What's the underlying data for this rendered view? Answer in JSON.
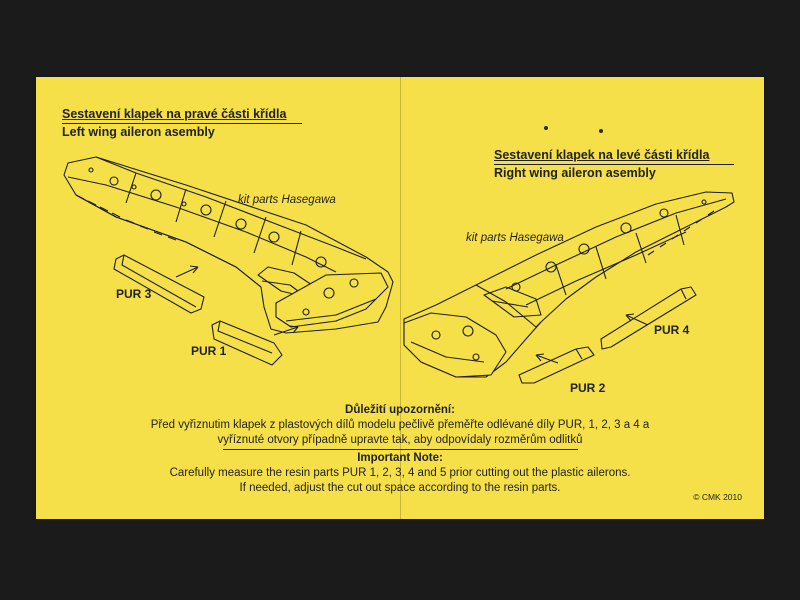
{
  "left_panel": {
    "title_cz": "Sestavení klapek na pravé části křídla",
    "title_en": "Left wing aileron asembly",
    "kit_label": "kit parts Hasegawa",
    "parts": [
      "PUR 3",
      "PUR 1"
    ]
  },
  "right_panel": {
    "title_cz": "Sestavení klapek na levé části křídla",
    "title_en": "Right wing aileron asembly",
    "kit_label": "kit parts Hasegawa",
    "parts": [
      "PUR 4",
      "PUR 2"
    ]
  },
  "notes": {
    "cz_heading": "Důležití upozornění:",
    "cz_line1": "Před vyřiznutim klapek z plastových dílů modelu pečlivě přeměřte odlévané díly PUR, 1, 2, 3 a 4 a",
    "cz_line2": "vyříznuté otvory případně upravte tak, aby odpovídaly rozměrům odlitků",
    "en_heading": "Important Note:",
    "en_line1": "Carefully measure the resin parts PUR 1, 2, 3, 4 and 5 prior cutting out the plastic ailerons.",
    "en_line2": "If needed, adjust the cut out space according to the resin parts."
  },
  "copyright": "© CMK 2010",
  "colors": {
    "paper": "#f5e04a",
    "ink": "#222222",
    "background": "#1b1b1b"
  }
}
